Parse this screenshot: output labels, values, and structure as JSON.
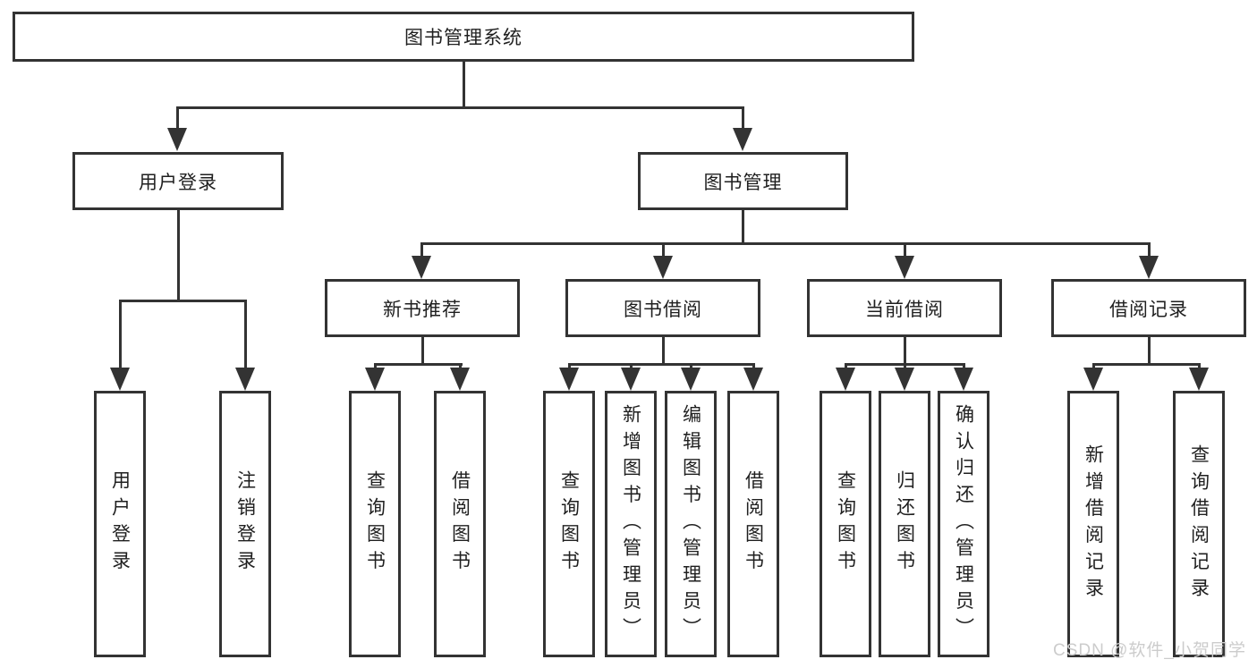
{
  "page": {
    "background": "#ffffff"
  },
  "colors": {
    "line": "#333333",
    "text": "#1f1f1f",
    "watermark": "#cccccc"
  },
  "nodes": {
    "root": "图书管理系统",
    "level2": {
      "user_login": "用户登录",
      "book_management": "图书管理"
    },
    "level3": {
      "new_book_recommend": "新书推荐",
      "book_borrow": "图书借阅",
      "current_borrow": "当前借阅",
      "borrow_records": "借阅记录"
    },
    "login_children": [
      "用户登录",
      "注销登录"
    ],
    "recommend_children": [
      "查询图书",
      "借阅图书"
    ],
    "borrow_children": [
      "查询图书",
      "新增图书（管理员）",
      "编辑图书（管理员）",
      "借阅图书"
    ],
    "current_children": [
      "查询图书",
      "归还图书",
      "确认归还（管理员）"
    ],
    "records_children": [
      "新增借阅记录",
      "查询借阅记录"
    ]
  },
  "watermark": {
    "text": "CSDN @软件_小贺同学"
  }
}
